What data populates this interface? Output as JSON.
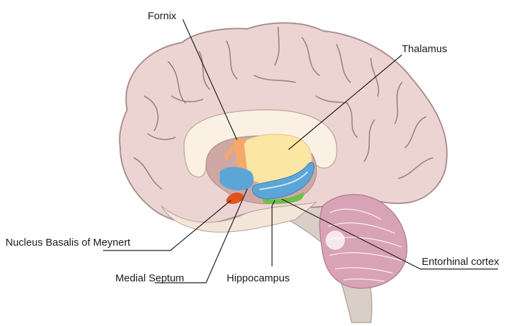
{
  "labels": {
    "fornix": "Fornix",
    "thalamus": "Thalamus",
    "nucleus_basalis": "Nucleus Basalis of Meynert",
    "medial_septum": "Medial Septum",
    "hippocampus": "Hippocampus",
    "entorhinal_cortex": "Entorhinal cortex"
  },
  "colors": {
    "cortex": "#ecd4d3",
    "cortex_outline": "#a88e8d",
    "corpus_callosum": "#faf0e4",
    "inner_region": "#cfa7a4",
    "thalamus": "#fbe6a3",
    "fornix": "#f4a86a",
    "hippocampus": "#5ba6d6",
    "entorhinal": "#6cbf4a",
    "nucleus_basalis": "#e0531e",
    "brainstem": "#d9cfc6",
    "cerebellum": "#d9a3b6"
  }
}
